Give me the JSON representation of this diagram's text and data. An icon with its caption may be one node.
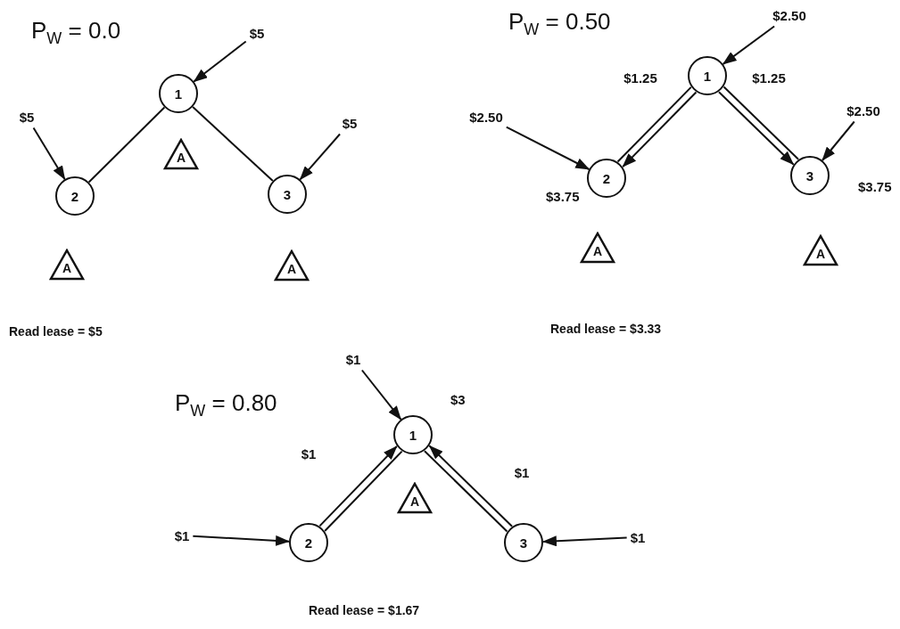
{
  "diagram": {
    "nodes": [
      {
        "text": [
          "1"
        ]
      },
      {
        "text": [
          "2"
        ]
      },
      {
        "text": [
          "3"
        ]
      },
      {
        "text": [
          "A"
        ]
      },
      {
        "text": [
          "A"
        ]
      },
      {
        "text": [
          "A"
        ]
      },
      {
        "text": [
          "$5"
        ]
      },
      {
        "text": [
          "$5"
        ]
      },
      {
        "text": [
          "$5"
        ]
      },
      {
        "text": [
          "1"
        ]
      },
      {
        "text": [
          "2"
        ],
        "beside": [
          "$3.75"
        ]
      },
      {
        "text": [
          "3"
        ],
        "beside": [
          "$3.75"
        ]
      },
      {
        "text": [
          "A"
        ]
      },
      {
        "text": [
          "A"
        ]
      },
      {
        "text": [
          "$2.50"
        ]
      },
      {
        "text": [
          "$2.50"
        ]
      },
      {
        "text": [
          "$2.50"
        ]
      },
      {
        "text": [
          "1"
        ],
        "beside": [
          "$3"
        ]
      },
      {
        "text": [
          "2"
        ]
      },
      {
        "text": [
          "3"
        ]
      },
      {
        "text": [
          "A"
        ]
      },
      {
        "text": [
          "$1"
        ]
      },
      {
        "text": [
          "$1"
        ]
      },
      {
        "text": [
          "$1"
        ]
      }
    ],
    "edges": [
      {
        "from": 0,
        "to": 1,
        "arrow": "none"
      },
      {
        "from": 0,
        "to": 2,
        "arrow": "none"
      },
      {
        "from": 6,
        "to": 0,
        "arrow": "to"
      },
      {
        "from": 7,
        "to": 1,
        "arrow": "to"
      },
      {
        "from": 8,
        "to": 2,
        "arrow": "to"
      },
      {
        "from": 9,
        "to": 10,
        "arrow": "to",
        "label": "$1.25"
      },
      {
        "from": 9,
        "to": 10,
        "arrow": "none"
      },
      {
        "from": 9,
        "to": 11,
        "arrow": "none"
      },
      {
        "from": 9,
        "to": 11,
        "arrow": "to",
        "label": "$1.25"
      },
      {
        "from": 14,
        "to": 9,
        "arrow": "to"
      },
      {
        "from": 15,
        "to": 10,
        "arrow": "to"
      },
      {
        "from": 16,
        "to": 11,
        "arrow": "to"
      },
      {
        "from": 18,
        "to": 17,
        "arrow": "to",
        "label": "$1"
      },
      {
        "from": 18,
        "to": 17,
        "arrow": "none"
      },
      {
        "from": 19,
        "to": 17,
        "arrow": "none"
      },
      {
        "from": 19,
        "to": 17,
        "arrow": "to",
        "label": "$1"
      },
      {
        "from": 21,
        "to": 17,
        "arrow": "to"
      },
      {
        "from": 22,
        "to": 18,
        "arrow": "to"
      },
      {
        "from": 23,
        "to": 19,
        "arrow": "to"
      }
    ],
    "labels": [
      "P$_{W}$ = 0.0",
      "P$_{W}$ = 0.50",
      "Read lease = $5",
      "Read lease = $3.33",
      "P$_{W}$ = 0.80",
      "Read lease = $1.67"
    ]
  }
}
